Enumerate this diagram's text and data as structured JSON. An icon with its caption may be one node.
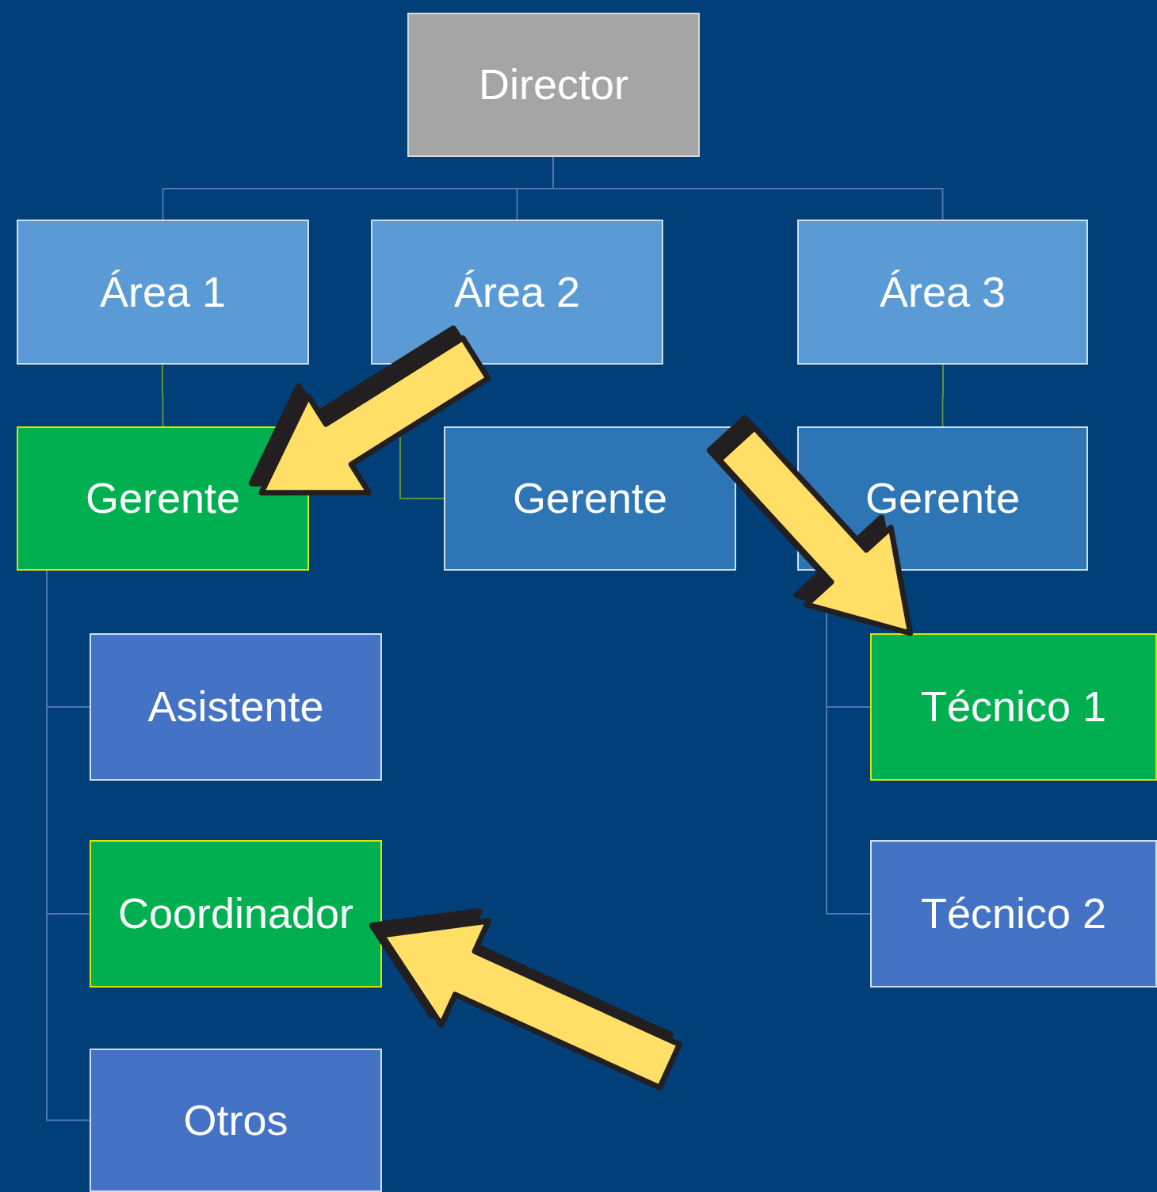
{
  "diagram": {
    "nodes": [
      {
        "text": [
          "Director"
        ]
      },
      {
        "text": [
          "Área 1"
        ]
      },
      {
        "text": [
          "Área 2"
        ]
      },
      {
        "text": [
          "Área 3"
        ]
      },
      {
        "text": [
          "Gerente"
        ]
      },
      {
        "text": [
          "Gerente"
        ]
      },
      {
        "text": [
          "Gerente"
        ]
      },
      {
        "text": [
          "Asistente"
        ]
      },
      {
        "text": [
          "Coordinador"
        ]
      },
      {
        "text": [
          "Otros"
        ]
      },
      {
        "text": [
          "Técnico 1"
        ]
      },
      {
        "text": [
          "Técnico 2"
        ]
      }
    ],
    "edges": [
      {
        "from": 0,
        "to": 1,
        "arrow": "none"
      },
      {
        "from": 0,
        "to": 2,
        "arrow": "none"
      },
      {
        "from": 0,
        "to": 3,
        "arrow": "none"
      },
      {
        "from": 1,
        "to": 4,
        "arrow": "none",
        "color": "#5f8f3e"
      },
      {
        "from": 2,
        "to": 5,
        "arrow": "none",
        "color": "#5f8f3e"
      },
      {
        "from": 3,
        "to": 6,
        "arrow": "none",
        "color": "#5f8f3e"
      },
      {
        "from": 4,
        "to": 7,
        "arrow": "none"
      },
      {
        "from": 4,
        "to": 8,
        "arrow": "none"
      },
      {
        "from": 4,
        "to": 9,
        "arrow": "none"
      },
      {
        "from": 6,
        "to": 10,
        "arrow": "none"
      },
      {
        "from": 6,
        "to": 11,
        "arrow": "none"
      },
      {
        "from": null,
        "to": 4,
        "arrow": "to",
        "style": "thick",
        "color": "#ffdf66"
      },
      {
        "from": null,
        "to": 10,
        "arrow": "to",
        "style": "thick",
        "color": "#ffdf66"
      },
      {
        "from": null,
        "to": 8,
        "arrow": "to",
        "style": "thick",
        "color": "#ffdf66"
      }
    ]
  }
}
